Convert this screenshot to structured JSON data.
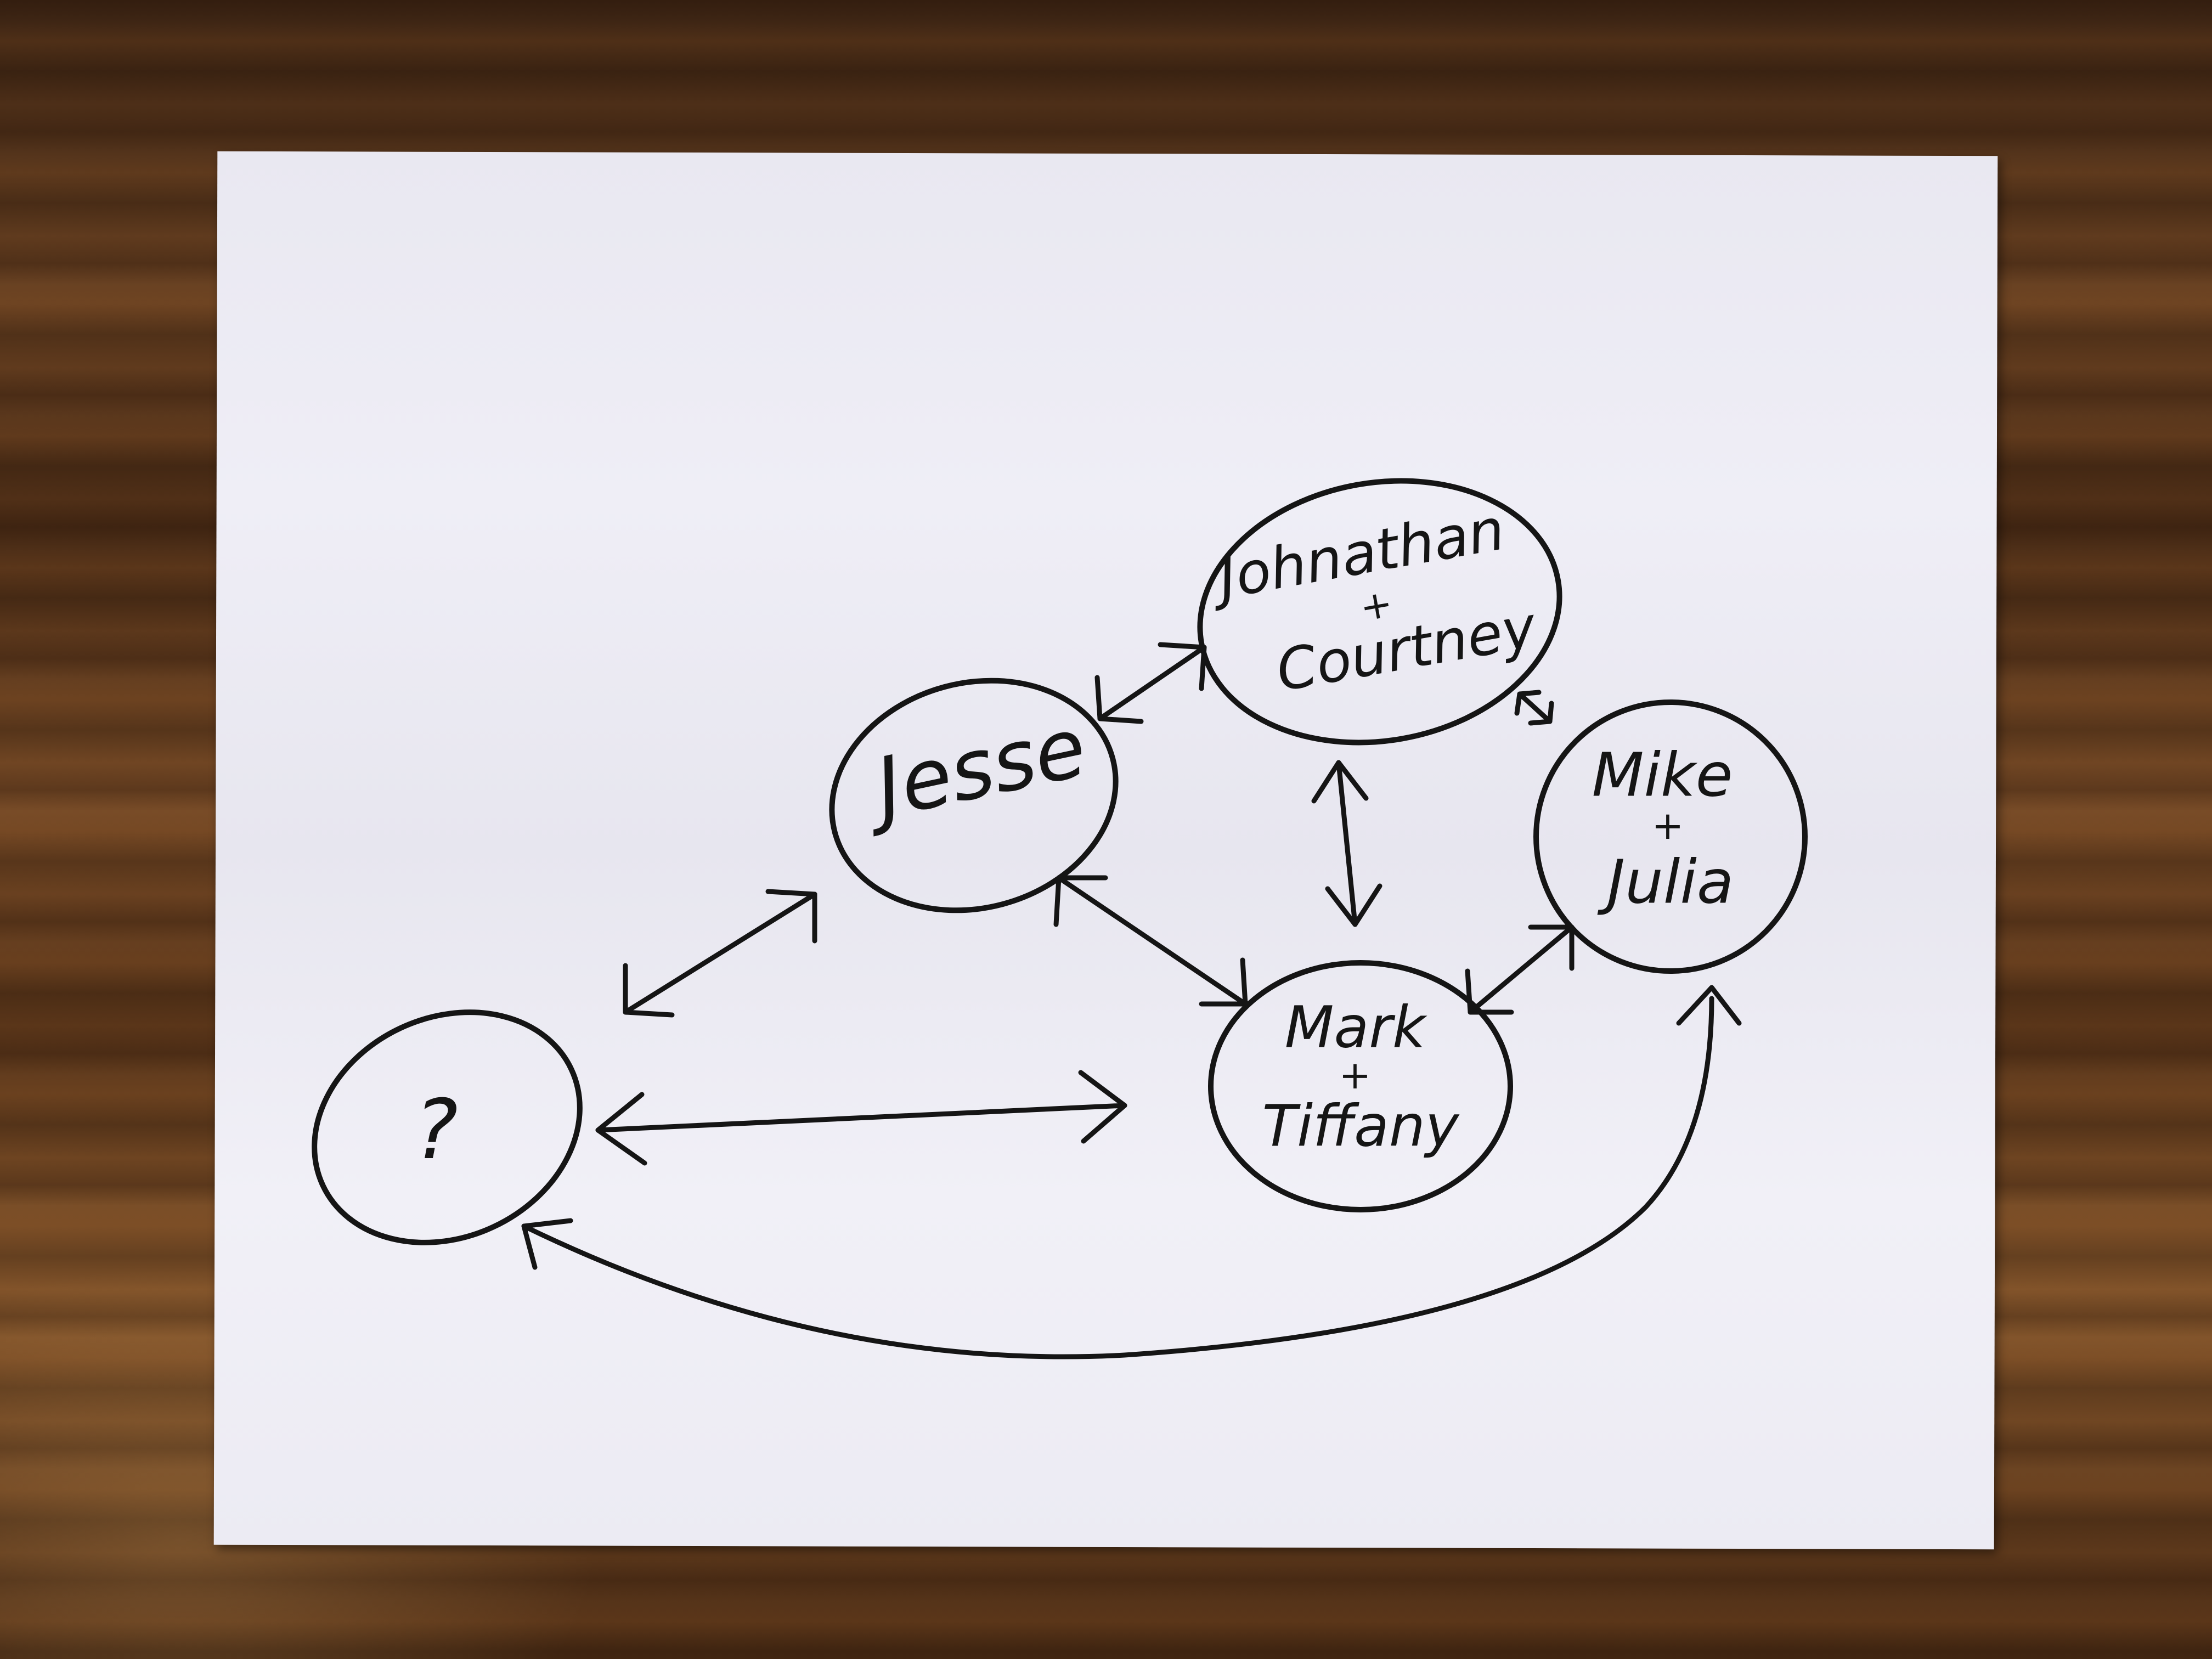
{
  "diagram": {
    "nodes": {
      "unknown": {
        "label": "?"
      },
      "jesse": {
        "label": "Jesse"
      },
      "johnathan_courtney": {
        "line1": "Johnathan",
        "plus": "+",
        "line2": "Courtney"
      },
      "mike_julia": {
        "line1": "Mike",
        "plus": "+",
        "line2": "Julia"
      },
      "mark_tiffany": {
        "line1": "Mark",
        "plus": "+",
        "line2": "Tiffany"
      }
    },
    "edges": [
      {
        "from": "?",
        "to": "Jesse",
        "direction": "both"
      },
      {
        "from": "?",
        "to": "Mark + Tiffany",
        "direction": "both"
      },
      {
        "from": "?",
        "to": "Mike + Julia",
        "direction": "both"
      },
      {
        "from": "Jesse",
        "to": "Johnathan + Courtney",
        "direction": "both"
      },
      {
        "from": "Jesse",
        "to": "Mark + Tiffany",
        "direction": "both"
      },
      {
        "from": "Johnathan + Courtney",
        "to": "Mark + Tiffany",
        "direction": "both"
      },
      {
        "from": "Johnathan + Courtney",
        "to": "Mike + Julia",
        "direction": "both"
      },
      {
        "from": "Mark + Tiffany",
        "to": "Mike + Julia",
        "direction": "both"
      }
    ],
    "colors": {
      "ink": "#151515",
      "paper": "#ecebf3",
      "desk": "#6b4323"
    }
  }
}
